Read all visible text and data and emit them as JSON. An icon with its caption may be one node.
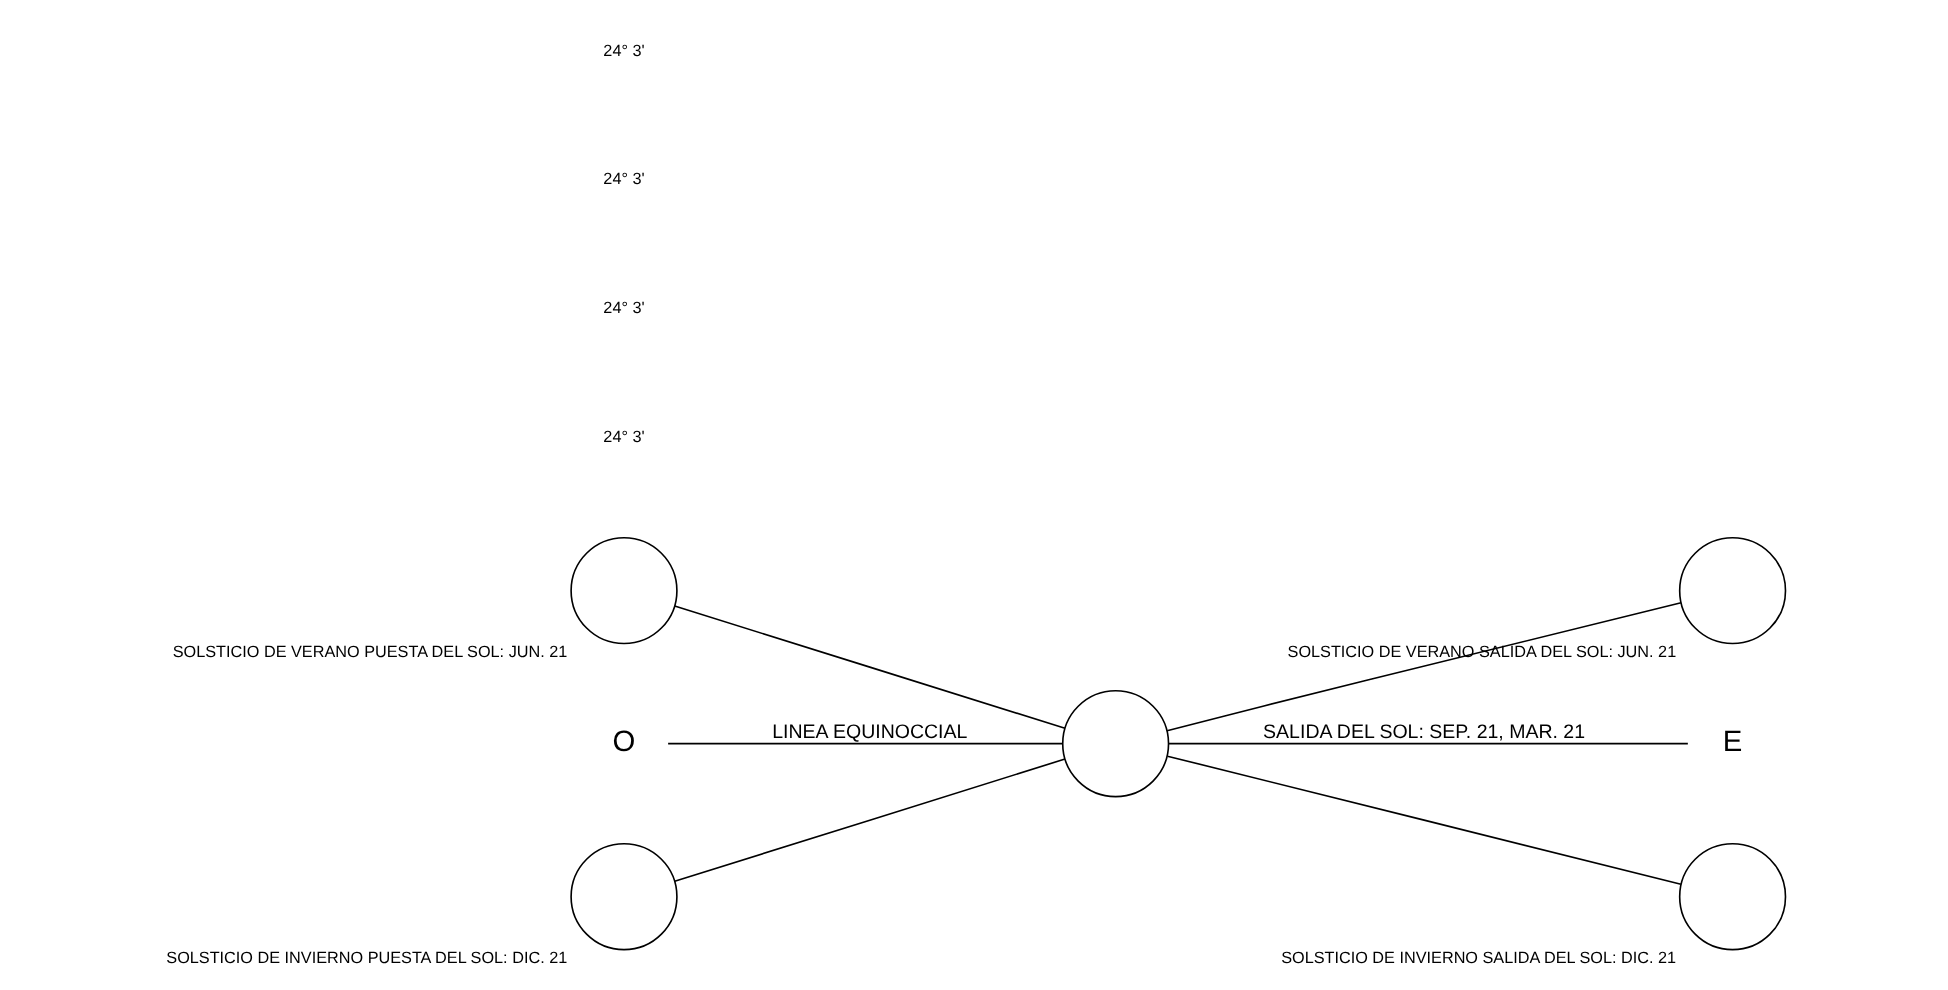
{
  "diagram": {
    "nodes": [
      {
        "text": [],
        "shape": "circle",
        "beside": [
          "SOLSTICIO DE VERANO PUESTA DEL SOL: JUN. 21"
        ]
      },
      {
        "text": [],
        "shape": "circle",
        "beside": [
          "SOLSTICIO DE VERANO SALIDA DEL SOL: JUN. 21"
        ]
      },
      {
        "text": [
          "O"
        ]
      },
      {
        "text": [],
        "shape": "circle"
      },
      {
        "text": [
          "E"
        ]
      },
      {
        "text": [],
        "shape": "circle",
        "beside": [
          "SOLSTICIO DE INVIERNO PUESTA DEL SOL: DIC. 21"
        ]
      },
      {
        "text": [],
        "shape": "circle",
        "beside": [
          "SOLSTICIO DE INVIERNO SALIDA DEL SOL: DIC. 21"
        ]
      }
    ],
    "edges": [
      {
        "from": 0,
        "to": 3,
        "arrow": "none"
      },
      {
        "from": 3,
        "to": 1,
        "arrow": "none"
      },
      {
        "from": 2,
        "to": 3,
        "arrow": "none",
        "label": "LINEA EQUINOCCIAL"
      },
      {
        "from": 3,
        "to": 4,
        "arrow": "none",
        "label": "SALIDA DEL SOL: SEP. 21, MAR. 21"
      },
      {
        "from": 5,
        "to": 3,
        "arrow": "none"
      },
      {
        "from": 3,
        "to": 6,
        "arrow": "none"
      }
    ],
    "labels": [
      "24° 3'",
      "24° 3'",
      "24° 3'",
      "24° 3'"
    ]
  }
}
